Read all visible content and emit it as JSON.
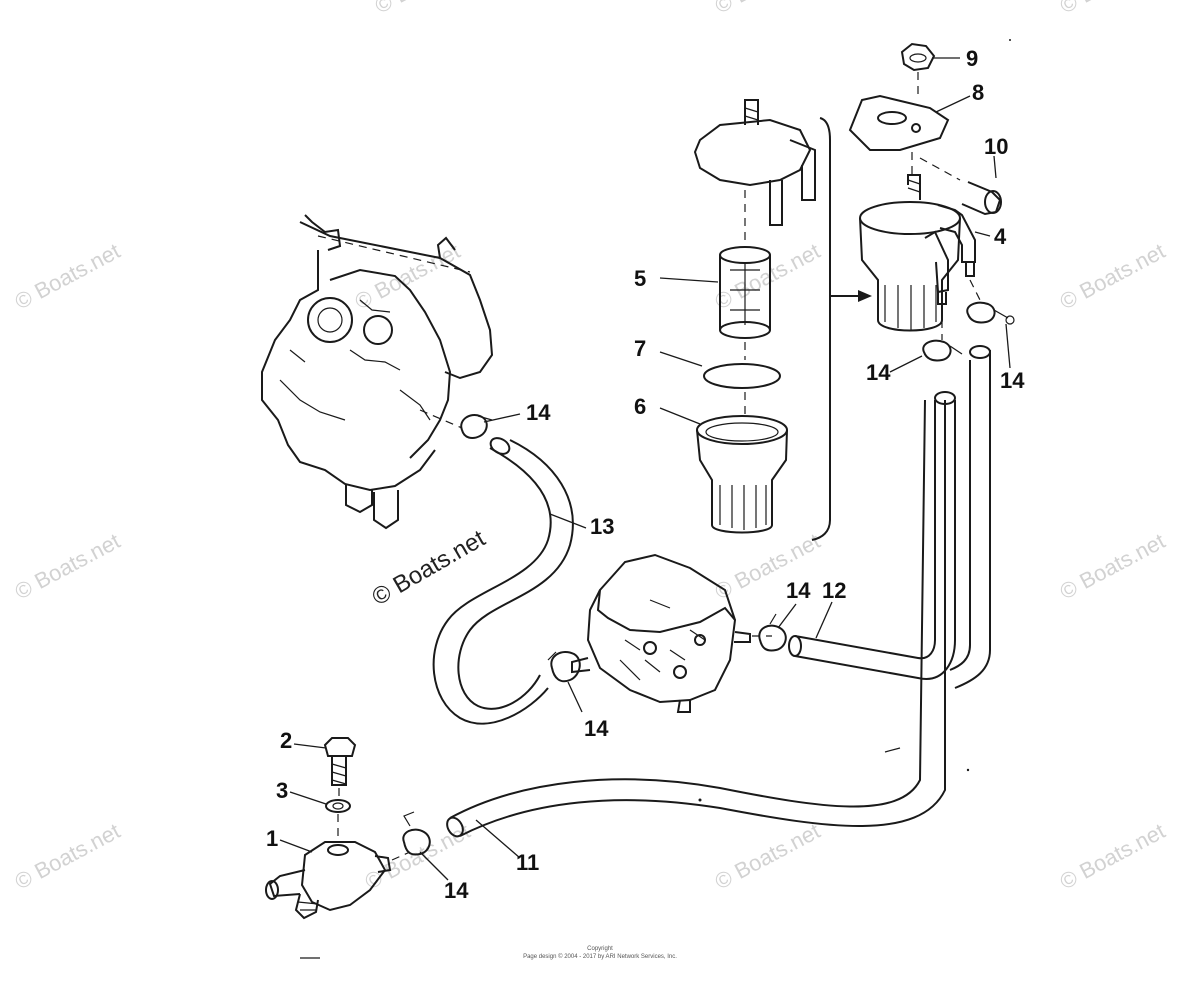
{
  "callouts": {
    "c1": "1",
    "c2": "2",
    "c3": "3",
    "c4": "4",
    "c5": "5",
    "c6": "6",
    "c7": "7",
    "c8": "8",
    "c9": "9",
    "c10": "10",
    "c11": "11",
    "c12": "12",
    "c13": "13",
    "c14a": "14",
    "c14b": "14",
    "c14c": "14",
    "c14d": "14",
    "c14e": "14",
    "c14f": "14"
  },
  "watermark": {
    "text": "© Boats.net"
  },
  "footer": {
    "line1": "Copyright",
    "line2": "Page design © 2004 - 2017 by ARI Network Services, Inc."
  }
}
